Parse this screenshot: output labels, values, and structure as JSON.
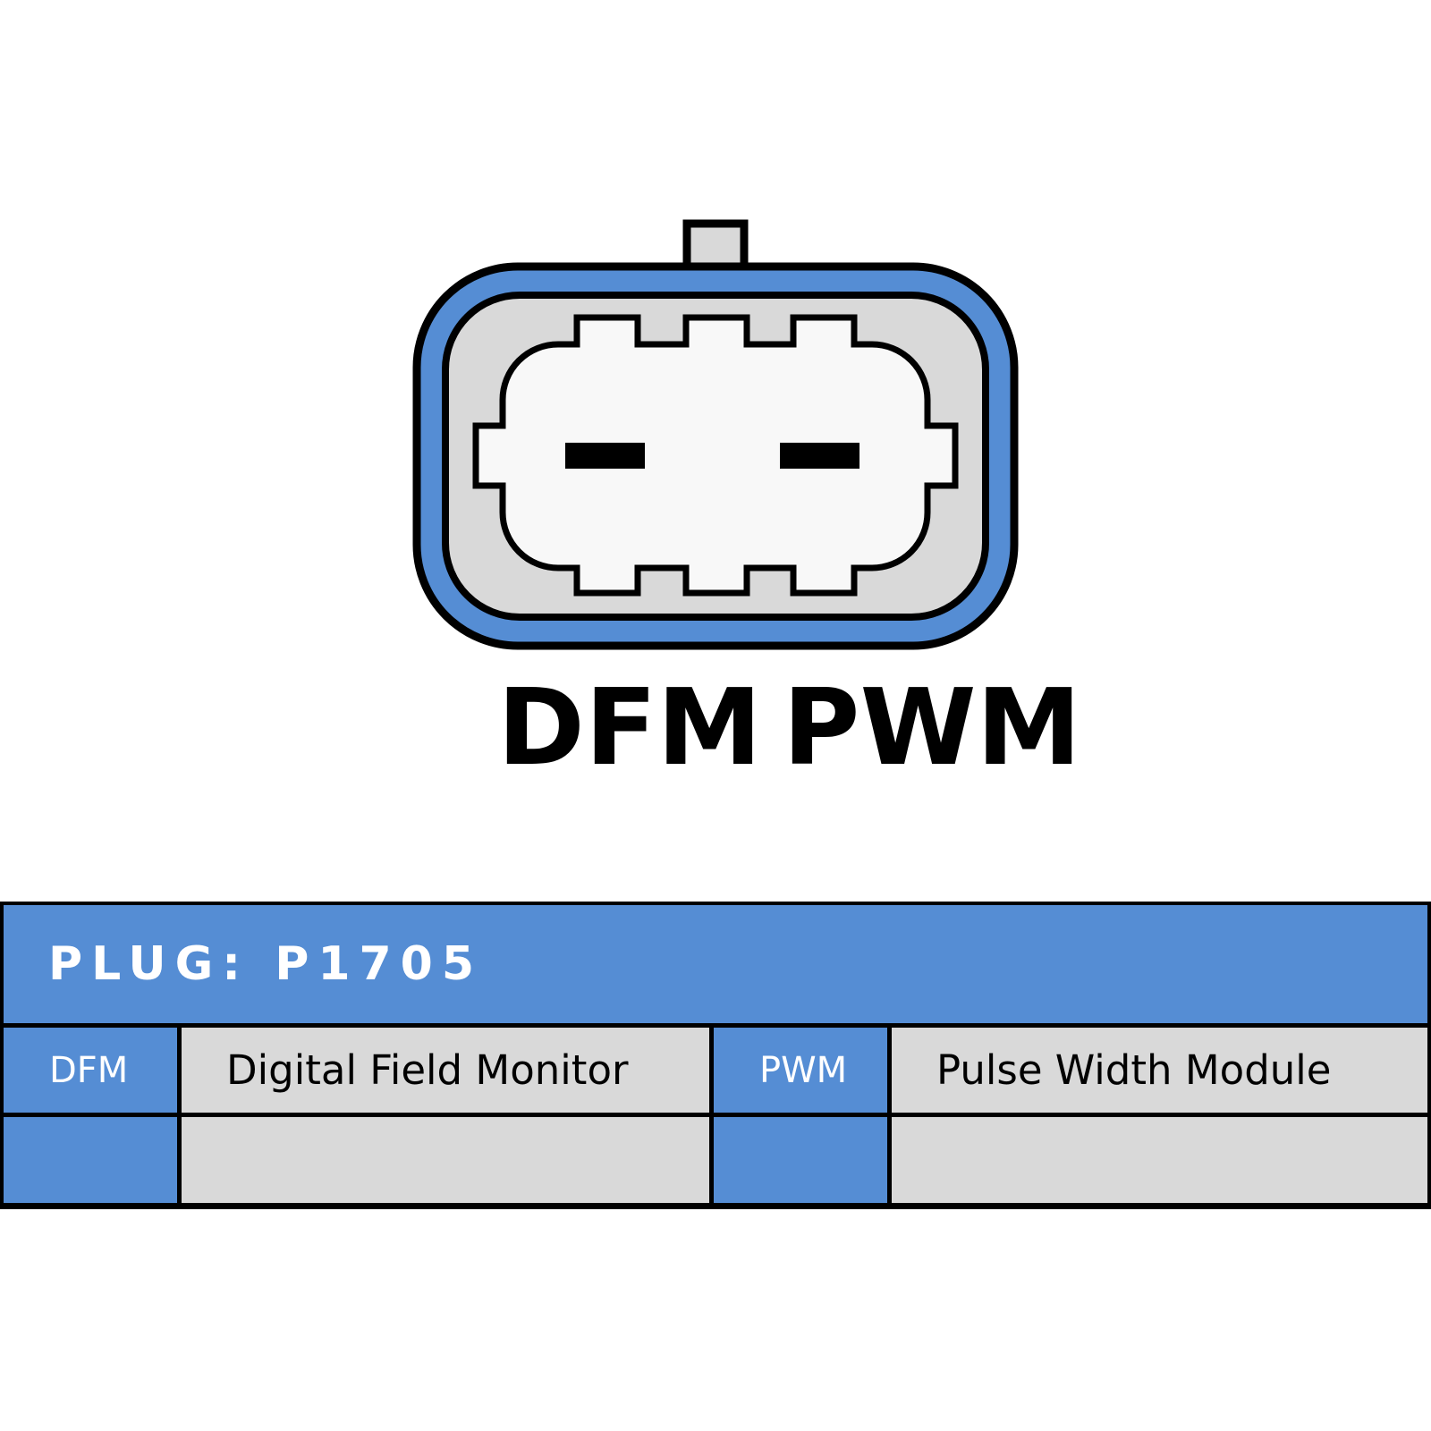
{
  "connector": {
    "pin_labels": [
      "DFM",
      "PWM"
    ],
    "colors": {
      "outer_housing": "#558dd4",
      "inner_body": "#d9d9d9",
      "plug_face": "#f8f8f8",
      "outline": "#000000"
    }
  },
  "table": {
    "plug_label": "PLUG:",
    "plug_code": "P1705",
    "rows": [
      {
        "code_a": "DFM",
        "desc_a": "Digital Field Monitor",
        "code_b": "PWM",
        "desc_b": "Pulse Width Module"
      },
      {
        "code_a": "",
        "desc_a": "",
        "code_b": "",
        "desc_b": ""
      }
    ],
    "colors": {
      "header_bg": "#558dd4",
      "desc_bg": "#d9d9d9",
      "border": "#000000"
    }
  }
}
